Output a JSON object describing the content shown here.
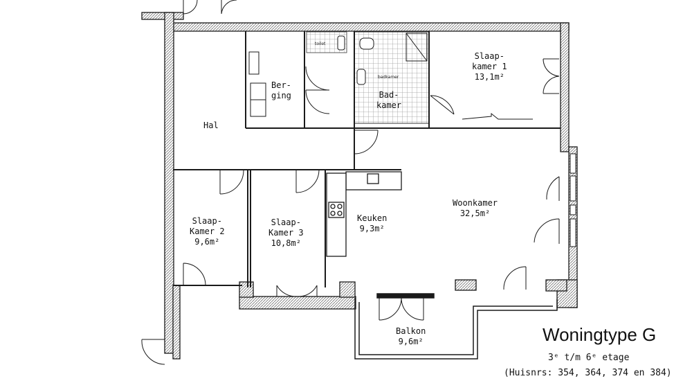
{
  "rooms": {
    "hal": {
      "name": "Hal"
    },
    "berging": {
      "line1": "Ber-",
      "line2": "ging"
    },
    "badkamer": {
      "line1": "Bad-",
      "line2": "kamer"
    },
    "slaapkamer1": {
      "line1": "Slaap-",
      "line2": "kamer 1",
      "area": "13,1m²"
    },
    "slaapkamer2": {
      "line1": "Slaap-",
      "line2": "Kamer 2",
      "area": "9,6m²"
    },
    "slaapkamer3": {
      "line1": "Slaap-",
      "line2": "Kamer 3",
      "area": "10,8m²"
    },
    "keuken": {
      "name": "Keuken",
      "area": "9,3m²"
    },
    "woonkamer": {
      "name": "Woonkamer",
      "area": "32,5m²"
    },
    "balkon": {
      "name": "Balkon",
      "area": "9,6m²"
    }
  },
  "small_labels": {
    "toilet": "toilet",
    "badkamer": "badkamer"
  },
  "legend": {
    "title": "Woningtype G",
    "floors": "3ᵉ t/m 6ᵉ etage",
    "house_numbers": "(Huisnrs: 354, 364, 374 en 384)"
  },
  "colors": {
    "wall": "#1a1a1a",
    "wall_hatch": "#8a8a8a",
    "tile": "#b8b8b8",
    "background": "#ffffff"
  }
}
